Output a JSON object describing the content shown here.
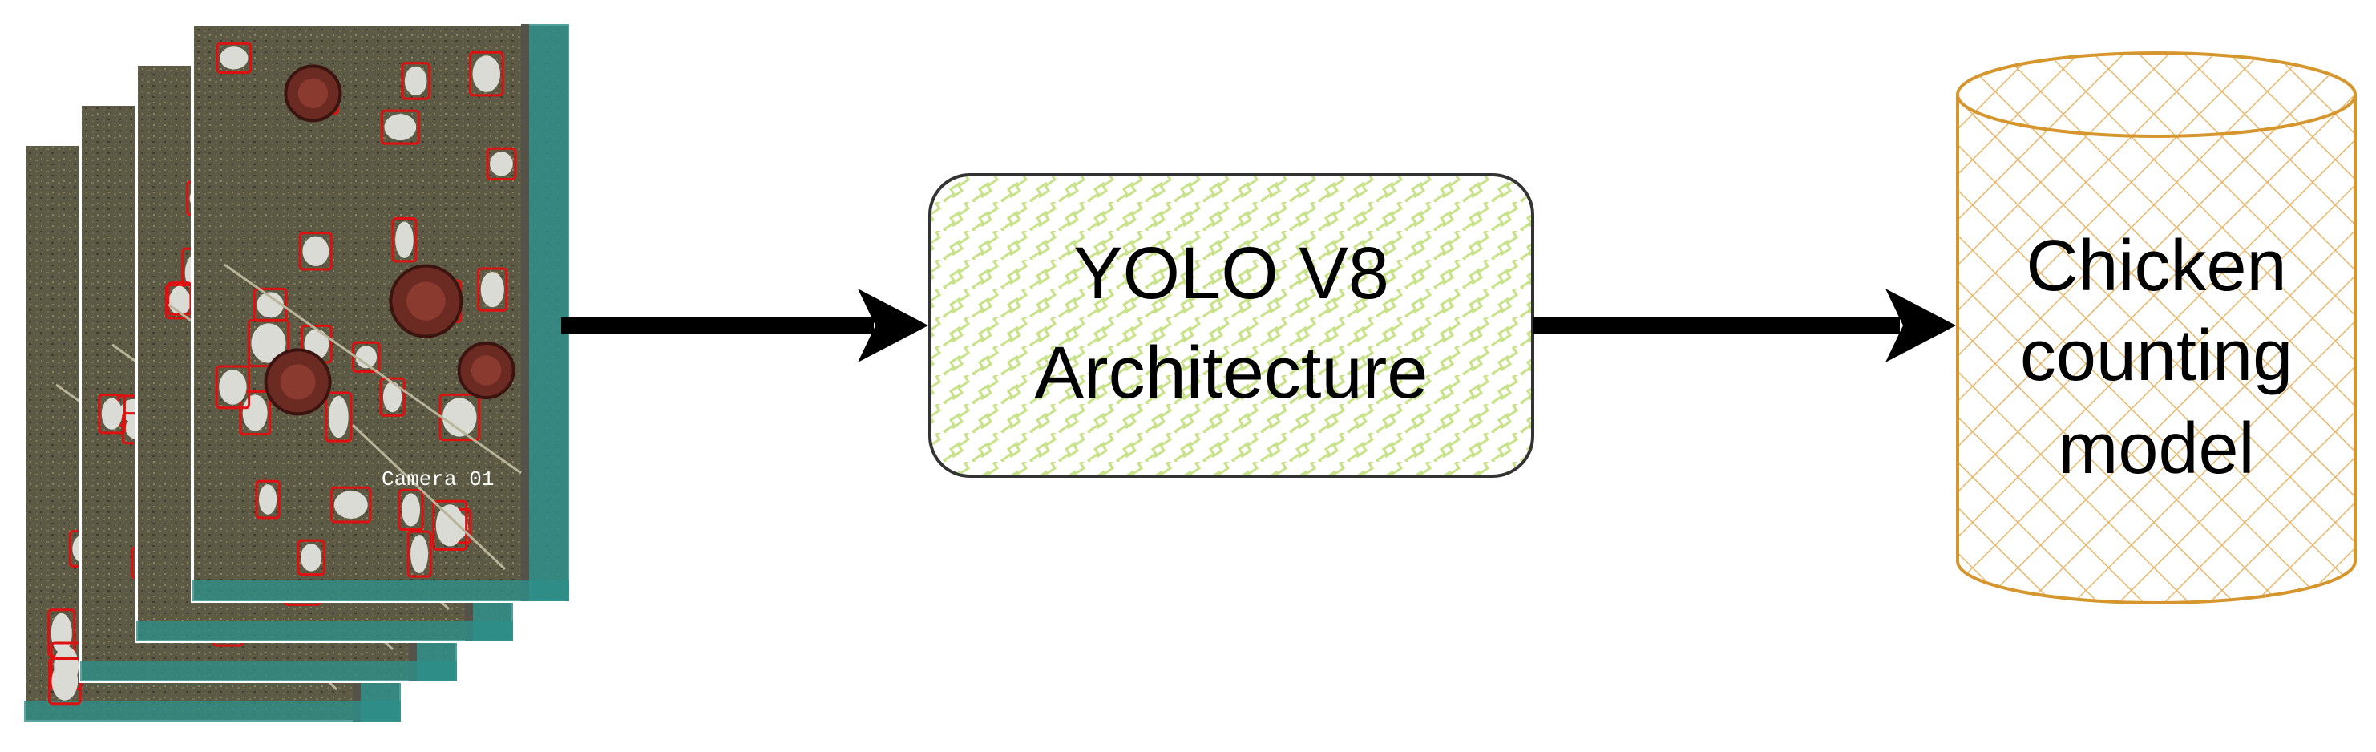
{
  "diagram": {
    "input": {
      "overlay_text": "Camera 01",
      "frame_count": 4
    },
    "process": {
      "line1": "YOLO V8",
      "line2": "Architecture"
    },
    "output": {
      "line1": "Chicken",
      "line2": "counting",
      "line3": "model"
    },
    "colors": {
      "process_pattern": "#c8e28a",
      "output_pattern": "#e8b66a",
      "output_stroke": "#d6962e",
      "arrow": "#000000",
      "detection_box": "#e01010"
    }
  }
}
